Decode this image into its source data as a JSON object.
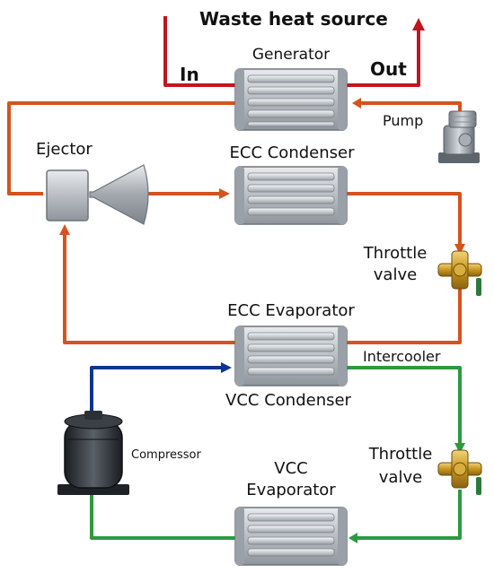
{
  "labels": {
    "waste_heat": "Waste heat source",
    "in": "In",
    "out": "Out",
    "generator": "Generator",
    "pump": "Pump",
    "ejector": "Ejector",
    "ecc_condenser": "ECC Condenser",
    "throttle_valve_1_line1": "Throttle",
    "throttle_valve_1_line2": "valve",
    "ecc_evaporator": "ECC Evaporator",
    "intercooler": "Intercooler",
    "vcc_condenser": "VCC Condenser",
    "compressor": "Compressor",
    "throttle_valve_2_line1": "Throttle",
    "throttle_valve_2_line2": "valve",
    "vcc_evaporator_line1": "VCC",
    "vcc_evaporator_line2": "Evaporator"
  },
  "colors": {
    "waste_heat_line": "#c0161e",
    "ecc_line": "#d4531e",
    "vcc_high_line": "#0f3390",
    "vcc_low_line": "#2c9a3e",
    "heat_exchanger": "#c4c8cd"
  }
}
